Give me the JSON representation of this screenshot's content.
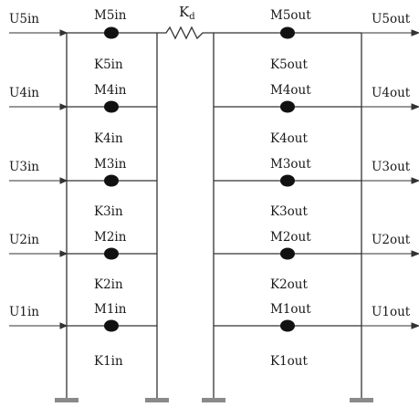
{
  "damper": {
    "main": "K",
    "sub": "d"
  },
  "left": {
    "masses": [
      "M5in",
      "M4in",
      "M3in",
      "M2in",
      "M1in"
    ],
    "stiffness": [
      "K5in",
      "K4in",
      "K3in",
      "K2in",
      "K1in"
    ],
    "inputs": [
      "U5in",
      "U4in",
      "U3in",
      "U2in",
      "U1in"
    ]
  },
  "right": {
    "masses": [
      "M5out",
      "M4out",
      "M3out",
      "M2out",
      "M1out"
    ],
    "stiffness": [
      "K5out",
      "K4out",
      "K3out",
      "K2out",
      "K1out"
    ],
    "outputs": [
      "U5out",
      "U4out",
      "U3out",
      "U2out",
      "U1out"
    ]
  }
}
